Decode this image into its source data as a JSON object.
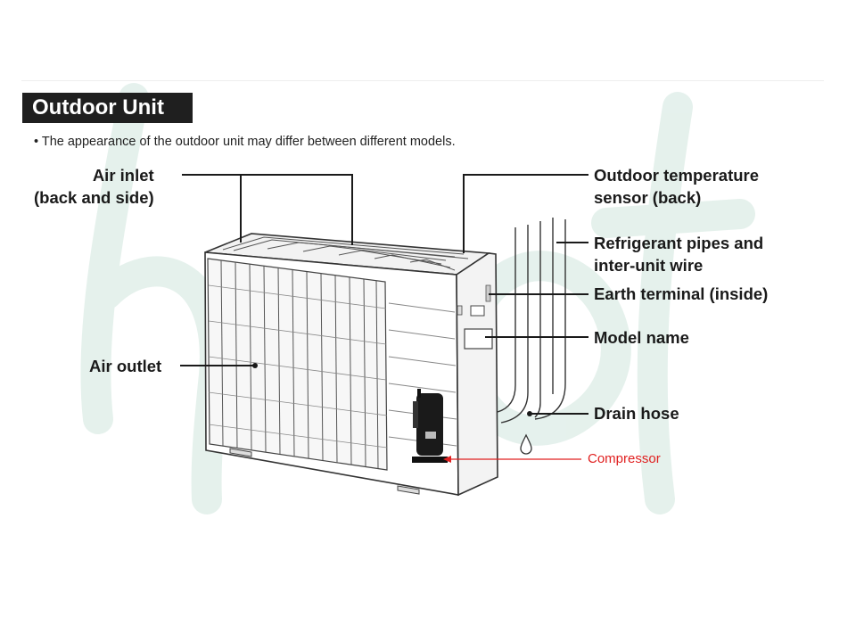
{
  "heading": "Outdoor Unit",
  "note": "• The appearance of the outdoor unit may differ between different models.",
  "labels": {
    "air_inlet_line1": "Air inlet",
    "air_inlet_line2": "(back and side)",
    "air_outlet": "Air outlet",
    "temp_sensor_line1": "Outdoor temperature",
    "temp_sensor_line2": "sensor (back)",
    "pipes_line1": "Refrigerant pipes and",
    "pipes_line2": "inter-unit wire",
    "earth_terminal": "Earth terminal (inside)",
    "model_name": "Model name",
    "drain_hose": "Drain hose",
    "compressor": "Compressor"
  },
  "colors": {
    "heading_bg": "#1f1f1f",
    "annotation_red": "#e02020",
    "watermark": "#dfeee8"
  }
}
